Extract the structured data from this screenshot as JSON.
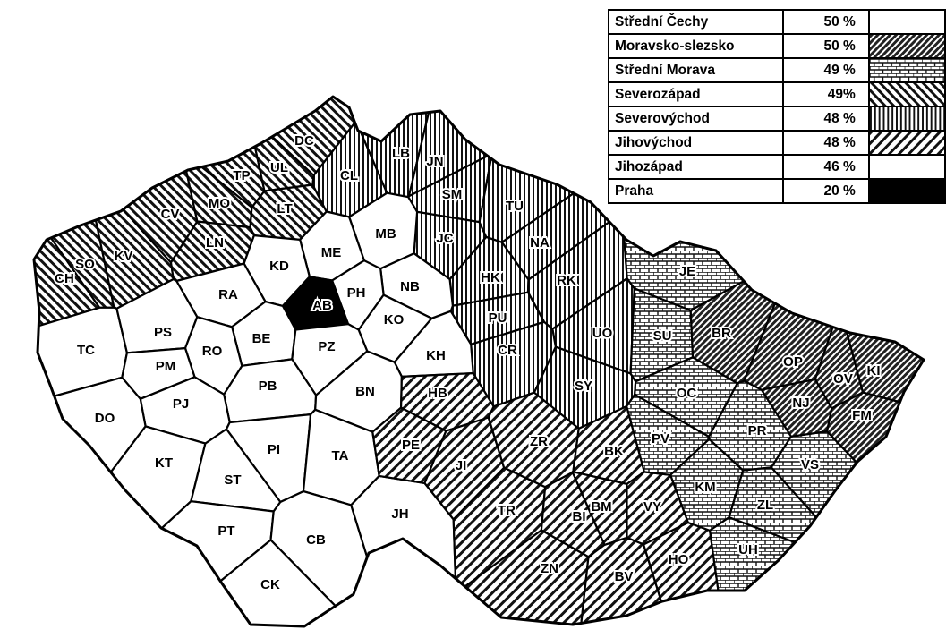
{
  "legend": {
    "rows": [
      {
        "id": "stredni-cechy",
        "name": "Střední Čechy",
        "percent": "50 %",
        "pattern": "pat-sc"
      },
      {
        "id": "moravsko-slezsko",
        "name": "Moravsko-slezsko",
        "percent": "50 %",
        "pattern": "pat-ms"
      },
      {
        "id": "stredni-morava",
        "name": "Střední Morava",
        "percent": "49 %",
        "pattern": "pat-sm"
      },
      {
        "id": "severozapad",
        "name": "Severozápad",
        "percent": "49%",
        "pattern": "pat-sz"
      },
      {
        "id": "severovychod",
        "name": "Severovýchod",
        "percent": "48 %",
        "pattern": "pat-sv"
      },
      {
        "id": "jihovychod",
        "name": "Jihovýchod",
        "percent": "48 %",
        "pattern": "pat-jv"
      },
      {
        "id": "jihozapad",
        "name": "Jihozápad",
        "percent": "46 %",
        "pattern": "pat-jz"
      },
      {
        "id": "praha",
        "name": "Praha",
        "percent": "20 %",
        "pattern": "pat-ph"
      }
    ]
  },
  "districts": [
    {
      "code": "CH",
      "region": "severozapad"
    },
    {
      "code": "SO",
      "region": "severozapad"
    },
    {
      "code": "KV",
      "region": "severozapad"
    },
    {
      "code": "CV",
      "region": "severozapad"
    },
    {
      "code": "MO",
      "region": "severozapad"
    },
    {
      "code": "TP",
      "region": "severozapad"
    },
    {
      "code": "UL",
      "region": "severozapad"
    },
    {
      "code": "DC",
      "region": "severozapad"
    },
    {
      "code": "LT",
      "region": "severozapad"
    },
    {
      "code": "LN",
      "region": "severozapad"
    },
    {
      "code": "CL",
      "region": "severovychod"
    },
    {
      "code": "LB",
      "region": "severovychod"
    },
    {
      "code": "JN",
      "region": "severovychod"
    },
    {
      "code": "SM",
      "region": "severovychod"
    },
    {
      "code": "JC",
      "region": "severovychod"
    },
    {
      "code": "TU",
      "region": "severovychod"
    },
    {
      "code": "NA",
      "region": "severovychod"
    },
    {
      "code": "HK",
      "region": "severovychod"
    },
    {
      "code": "RK",
      "region": "severovychod"
    },
    {
      "code": "PU",
      "region": "severovychod"
    },
    {
      "code": "UO",
      "region": "severovychod"
    },
    {
      "code": "CR",
      "region": "severovychod"
    },
    {
      "code": "SY",
      "region": "severovychod"
    },
    {
      "code": "MB",
      "region": "stredni-cechy"
    },
    {
      "code": "ME",
      "region": "stredni-cechy"
    },
    {
      "code": "KD",
      "region": "stredni-cechy"
    },
    {
      "code": "NB",
      "region": "stredni-cechy"
    },
    {
      "code": "RA",
      "region": "stredni-cechy"
    },
    {
      "code": "PH",
      "region": "stredni-cechy"
    },
    {
      "code": "AB",
      "region": "praha"
    },
    {
      "code": "KO",
      "region": "stredni-cechy"
    },
    {
      "code": "BE",
      "region": "stredni-cechy"
    },
    {
      "code": "PZ",
      "region": "stredni-cechy"
    },
    {
      "code": "KH",
      "region": "stredni-cechy"
    },
    {
      "code": "PB",
      "region": "stredni-cechy"
    },
    {
      "code": "BN",
      "region": "stredni-cechy"
    },
    {
      "code": "TC",
      "region": "jihozapad"
    },
    {
      "code": "PS",
      "region": "jihozapad"
    },
    {
      "code": "RO",
      "region": "jihozapad"
    },
    {
      "code": "PM",
      "region": "jihozapad"
    },
    {
      "code": "PJ",
      "region": "jihozapad"
    },
    {
      "code": "DO",
      "region": "jihozapad"
    },
    {
      "code": "KT",
      "region": "jihozapad"
    },
    {
      "code": "PI",
      "region": "jihozapad"
    },
    {
      "code": "ST",
      "region": "jihozapad"
    },
    {
      "code": "TA",
      "region": "jihozapad"
    },
    {
      "code": "PT",
      "region": "jihozapad"
    },
    {
      "code": "CB",
      "region": "jihozapad"
    },
    {
      "code": "JH",
      "region": "jihozapad"
    },
    {
      "code": "CK",
      "region": "jihozapad"
    },
    {
      "code": "HB",
      "region": "jihovychod"
    },
    {
      "code": "PE",
      "region": "jihovychod"
    },
    {
      "code": "JI",
      "region": "jihovychod"
    },
    {
      "code": "ZR",
      "region": "jihovychod"
    },
    {
      "code": "BK",
      "region": "jihovychod"
    },
    {
      "code": "TR",
      "region": "jihovychod"
    },
    {
      "code": "BI",
      "region": "jihovychod"
    },
    {
      "code": "BM",
      "region": "jihovychod"
    },
    {
      "code": "VY",
      "region": "jihovychod"
    },
    {
      "code": "ZN",
      "region": "jihovychod"
    },
    {
      "code": "BV",
      "region": "jihovychod"
    },
    {
      "code": "HO",
      "region": "jihovychod"
    },
    {
      "code": "JE",
      "region": "stredni-morava"
    },
    {
      "code": "SU",
      "region": "stredni-morava"
    },
    {
      "code": "OC",
      "region": "stredni-morava"
    },
    {
      "code": "PV",
      "region": "stredni-morava"
    },
    {
      "code": "PR",
      "region": "stredni-morava"
    },
    {
      "code": "KM",
      "region": "stredni-morava"
    },
    {
      "code": "VS",
      "region": "stredni-morava"
    },
    {
      "code": "ZL",
      "region": "stredni-morava"
    },
    {
      "code": "UH",
      "region": "stredni-morava"
    },
    {
      "code": "BR",
      "region": "moravsko-slezsko"
    },
    {
      "code": "OP",
      "region": "moravsko-slezsko"
    },
    {
      "code": "OV",
      "region": "moravsko-slezsko"
    },
    {
      "code": "KI",
      "region": "moravsko-slezsko"
    },
    {
      "code": "NJ",
      "region": "moravsko-slezsko"
    },
    {
      "code": "FM",
      "region": "moravsko-slezsko"
    }
  ]
}
